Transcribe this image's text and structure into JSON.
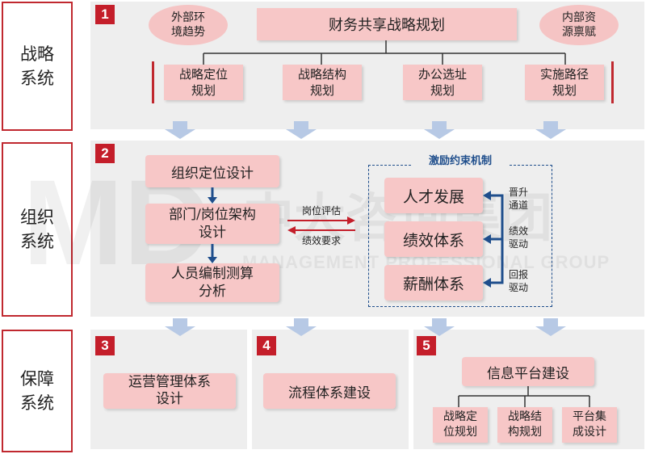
{
  "sidebar": {
    "strategy": "战略\n系统",
    "organization": "组织\n系统",
    "support": "保障\n系统"
  },
  "section1": {
    "number": "1",
    "title": "财务共享战略规划",
    "external": "外部环\n境趋势",
    "internal": "内部资\n源禀赋",
    "items": [
      "战略定位\n规划",
      "战略结构\n规划",
      "办公选址\n规划",
      "实施路径\n规划"
    ]
  },
  "section2": {
    "number": "2",
    "left_items": [
      "组织定位设计",
      "部门/岗位架构\n设计",
      "人员编制测算\n分析"
    ],
    "arrow_top_label": "岗位评估",
    "arrow_bottom_label": "绩效要求",
    "mechanism_title": "激励约束机制",
    "right_items": [
      "人才发展",
      "绩效体系",
      "薪酬体系"
    ],
    "side_labels": [
      "晋升\n通道",
      "绩效\n驱动",
      "回报\n驱动"
    ]
  },
  "section3": {
    "number": "3",
    "label": "运营管理体系\n设计"
  },
  "section4": {
    "number": "4",
    "label": "流程体系建设"
  },
  "section5": {
    "number": "5",
    "title": "信息平台建设",
    "items": [
      "战略定\n位规划",
      "战略结\n构规划",
      "平台集\n成设计"
    ]
  },
  "watermark": {
    "logo": "MD",
    "cn": "中大咨询集团",
    "en": "MANAGEMENT PROFESSIONAL GROUP"
  },
  "colors": {
    "accent": "#c41e2a",
    "box_fill": "#f7c7c7",
    "panel_bg": "#eeeeee",
    "arrow_blue": "#1f4e8c",
    "down_arrow": "#b7c9e5"
  }
}
